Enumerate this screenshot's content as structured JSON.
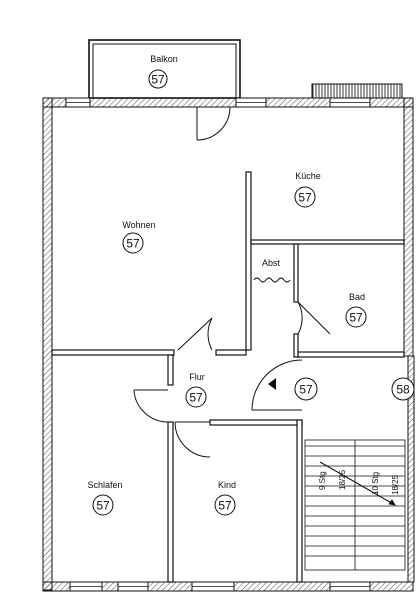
{
  "rooms": [
    {
      "id": "balkon",
      "label": "Balkon",
      "code": "57"
    },
    {
      "id": "kueche",
      "label": "Küche",
      "code": "57"
    },
    {
      "id": "wohnen",
      "label": "Wohnen",
      "code": "57"
    },
    {
      "id": "abst",
      "label": "Abst",
      "code": ""
    },
    {
      "id": "bad",
      "label": "Bad",
      "code": "57"
    },
    {
      "id": "flur",
      "label": "Flur",
      "code": "57"
    },
    {
      "id": "schlafen",
      "label": "Schlafen",
      "code": "57"
    },
    {
      "id": "kind",
      "label": "Kind",
      "code": "57"
    }
  ],
  "landing": {
    "code_left": "57",
    "code_right": "58"
  },
  "stairs": {
    "left_label_1": "9 Stg",
    "left_label_2": "18/25",
    "right_label_1": "10 Stg",
    "right_label_2": "18/25"
  },
  "colors": {
    "line": "#111111",
    "wall_fill": "#ffffff"
  }
}
